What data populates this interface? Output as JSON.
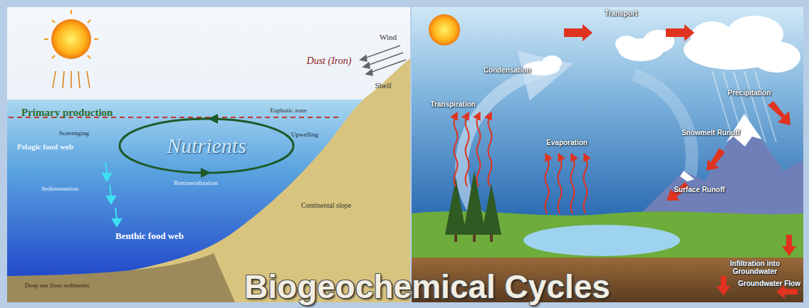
{
  "diagram": {
    "title": "Biogeochemical Cycles",
    "labels": [
      "Wind",
      "Dust (Iron)",
      "Primary production",
      "Euphotic zone",
      "Shelf",
      "Nutrients",
      "Scavenging",
      "Pelagic food web",
      "Upwelling",
      "Remineralization",
      "Continental slope",
      "Sedimentation",
      "Benthic food web",
      "Deep sea floor sediments",
      "Transport",
      "Condensation",
      "Transpiration",
      "Precipitation",
      "Evaporation",
      "Snowmelt Runoff",
      "Surface Runoff",
      "Infiltration into Groundwater",
      "Groundwater Flow"
    ]
  }
}
